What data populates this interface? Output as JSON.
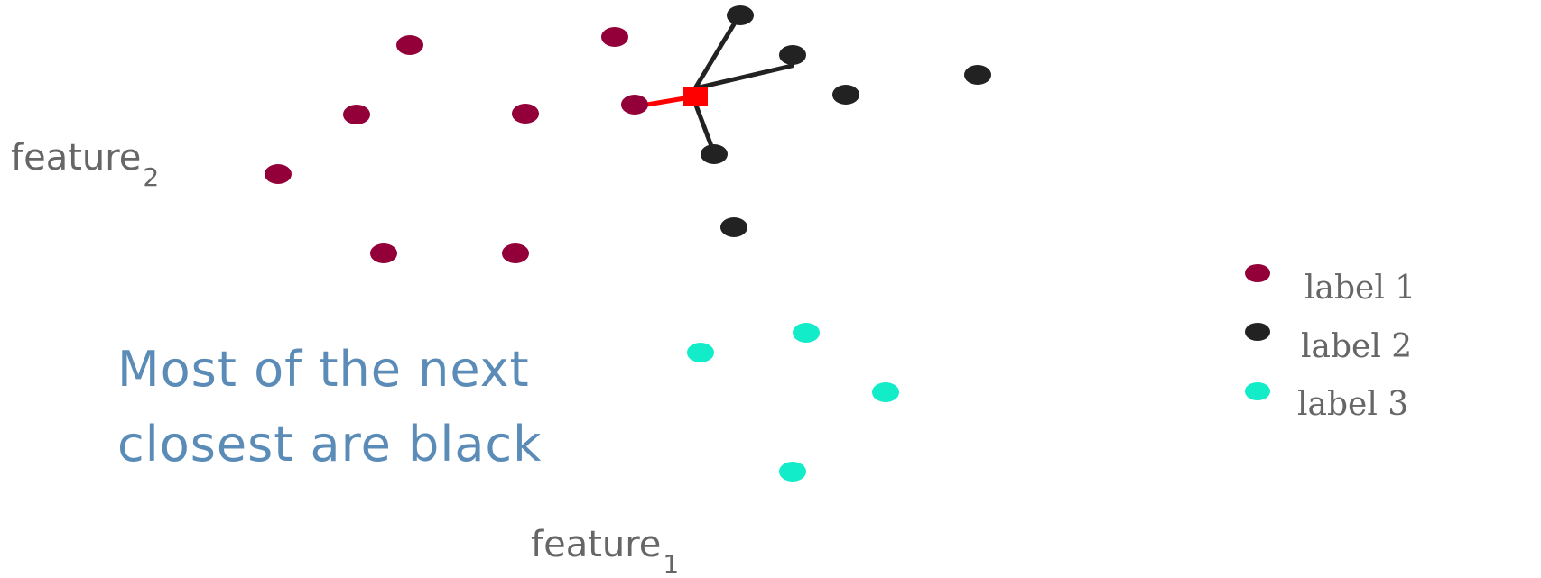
{
  "axes": {
    "x_label": "feature",
    "x_subscript": "1",
    "y_label": "feature",
    "y_subscript": "2"
  },
  "caption": {
    "line1": "Most of the next",
    "line2": "closest are black"
  },
  "legend": [
    {
      "label": "label 1",
      "color": "#930039"
    },
    {
      "label": "label 2",
      "color": "#222222"
    },
    {
      "label": "label 3",
      "color": "#12ecc8"
    }
  ],
  "colors": {
    "query": "#ff0000",
    "nearest_edge": "#ff0000",
    "neighbor_edge": "#222222",
    "axis_text": "#666666",
    "caption": "#5b8cb8"
  },
  "query_shape": "red-square"
}
